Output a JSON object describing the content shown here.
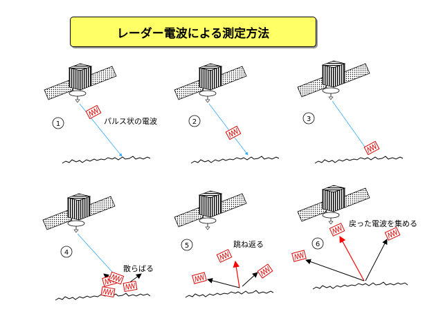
{
  "title": "レーダー電波による測定方法",
  "steps": [
    {
      "number": "1",
      "caption": "パルス状の電波"
    },
    {
      "number": "2",
      "caption": ""
    },
    {
      "number": "3",
      "caption": ""
    },
    {
      "number": "4",
      "caption": "散らばる"
    },
    {
      "number": "5",
      "caption": "跳ね返る"
    },
    {
      "number": "6",
      "caption": "戻った電波を集める"
    }
  ],
  "colors": {
    "title_bg": "#ffff66",
    "beam": "#33aaff",
    "pulse": "#dd0000",
    "return_arrow": "#ff0000",
    "scatter_arrow": "#000000"
  },
  "icons": [
    "satellite-icon",
    "pulse-icon",
    "ground-icon"
  ]
}
